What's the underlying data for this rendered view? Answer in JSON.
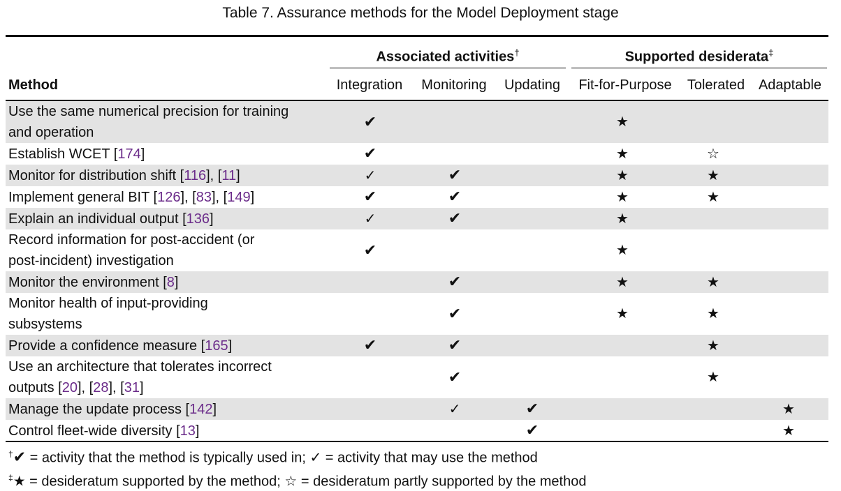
{
  "caption": "Table 7.  Assurance methods for the Model Deployment stage",
  "groups": {
    "activities": {
      "label": "Associated activities",
      "mark": "†"
    },
    "desiderata": {
      "label": "Supported desiderata",
      "mark": "‡"
    }
  },
  "headers": {
    "method": "Method",
    "integration": "Integration",
    "monitoring": "Monitoring",
    "updating": "Updating",
    "fit": "Fit-for-Purpose",
    "tolerated": "Tolerated",
    "adaptable": "Adaptable"
  },
  "symbols": {
    "heavy": "✔",
    "light": "✓",
    "full": "★",
    "partial": "☆"
  },
  "rows": [
    {
      "text": "Use the same numerical precision for training",
      "text2": "and operation",
      "refs": [],
      "int": "heavy",
      "mon": "",
      "upd": "",
      "fit": "full",
      "tol": "",
      "ada": "",
      "shade": true
    },
    {
      "text": "Establish WCET ",
      "refs": [
        "174"
      ],
      "int": "heavy",
      "mon": "",
      "upd": "",
      "fit": "full",
      "tol": "partial",
      "ada": "",
      "shade": false
    },
    {
      "text": "Monitor for distribution shift ",
      "refs": [
        "116",
        "11"
      ],
      "int": "light",
      "mon": "heavy",
      "upd": "",
      "fit": "full",
      "tol": "full",
      "ada": "",
      "shade": true
    },
    {
      "text": "Implement general BIT ",
      "refs": [
        "126",
        "83",
        "149"
      ],
      "int": "heavy",
      "mon": "heavy",
      "upd": "",
      "fit": "full",
      "tol": "full",
      "ada": "",
      "shade": false
    },
    {
      "text": "Explain an individual output ",
      "refs": [
        "136"
      ],
      "int": "light",
      "mon": "heavy",
      "upd": "",
      "fit": "full",
      "tol": "",
      "ada": "",
      "shade": true
    },
    {
      "text": "Record information for post-accident (or",
      "text2": "post-incident) investigation",
      "refs": [],
      "int": "heavy",
      "mon": "",
      "upd": "",
      "fit": "full",
      "tol": "",
      "ada": "",
      "shade": false
    },
    {
      "text": "Monitor the environment ",
      "refs": [
        "8"
      ],
      "int": "",
      "mon": "heavy",
      "upd": "",
      "fit": "full",
      "tol": "full",
      "ada": "",
      "shade": true
    },
    {
      "text": "Monitor health of input-providing",
      "text2": "subsystems",
      "refs": [],
      "int": "",
      "mon": "heavy",
      "upd": "",
      "fit": "full",
      "tol": "full",
      "ada": "",
      "shade": false
    },
    {
      "text": "Provide a confidence measure ",
      "refs": [
        "165"
      ],
      "int": "heavy",
      "mon": "heavy",
      "upd": "",
      "fit": "",
      "tol": "full",
      "ada": "",
      "shade": true
    },
    {
      "text": "Use an architecture that tolerates incorrect",
      "text2": "outputs ",
      "refs2": [
        "20",
        "28",
        "31"
      ],
      "refs": [],
      "int": "",
      "mon": "heavy",
      "upd": "",
      "fit": "",
      "tol": "full",
      "ada": "",
      "shade": false
    },
    {
      "text": "Manage the update process ",
      "refs": [
        "142"
      ],
      "int": "",
      "mon": "light",
      "upd": "heavy",
      "fit": "",
      "tol": "",
      "ada": "full",
      "shade": true
    },
    {
      "text": "Control fleet-wide diversity ",
      "refs": [
        "13"
      ],
      "int": "",
      "mon": "",
      "upd": "heavy",
      "fit": "",
      "tol": "",
      "ada": "full",
      "shade": false
    }
  ],
  "notes": {
    "note1_mark": "†",
    "note1_heavy": "✔",
    "note1_a": " = activity that the method is typically used in; ",
    "note1_light": "✓",
    "note1_b": " = activity that may use the method",
    "note2_mark": "‡",
    "note2_full": "★",
    "note2_a": " = desideratum supported by the method; ",
    "note2_partial": "☆",
    "note2_b": " = desideratum partly supported by the method"
  }
}
